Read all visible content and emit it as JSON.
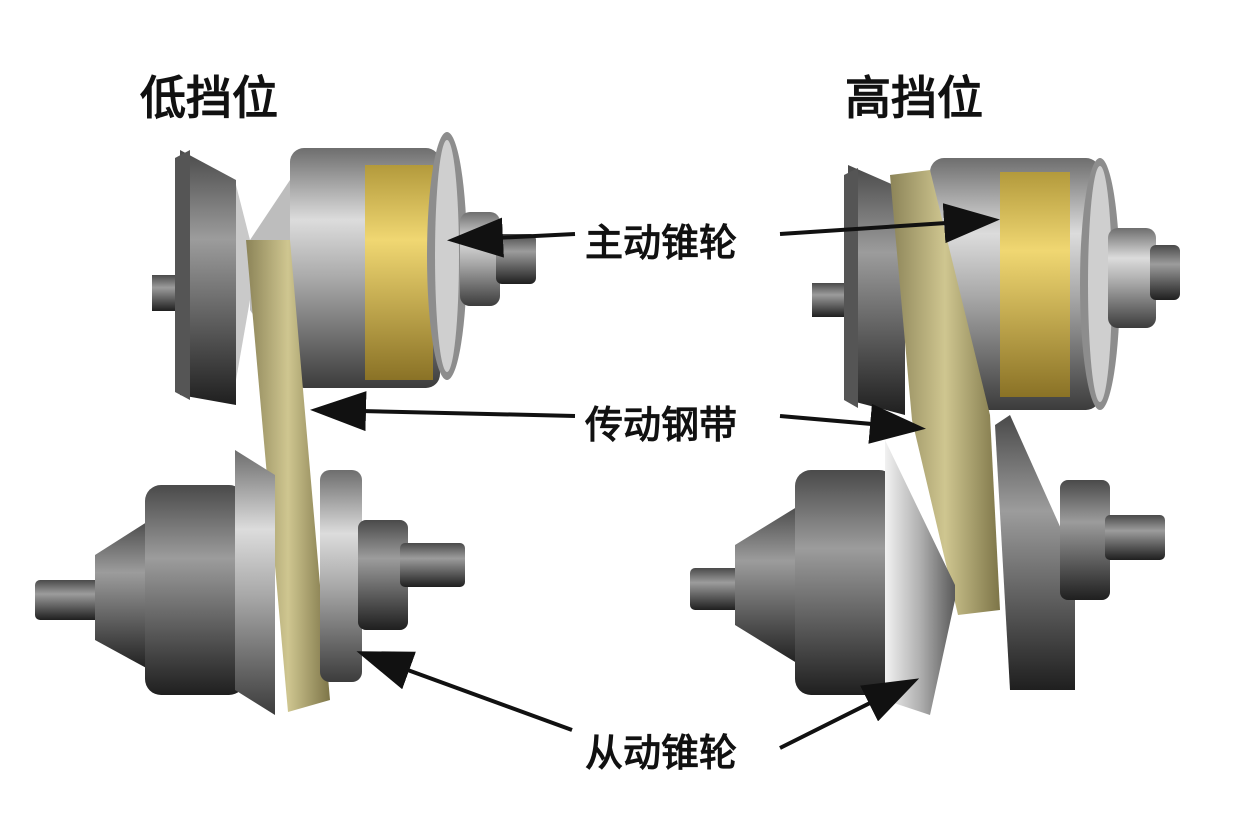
{
  "titles": {
    "low_gear": "低挡位",
    "high_gear": "高挡位"
  },
  "labels": {
    "drive_pulley": "主动锥轮",
    "steel_belt": "传动钢带",
    "driven_pulley": "从动锥轮"
  },
  "colors": {
    "background": "#ffffff",
    "metal_light": "#d9d9d9",
    "metal_mid": "#9a9a9a",
    "metal_dark": "#3a3a3a",
    "belt": "#c2b87a",
    "gold_band": "#e2c35a",
    "text": "#111111"
  }
}
